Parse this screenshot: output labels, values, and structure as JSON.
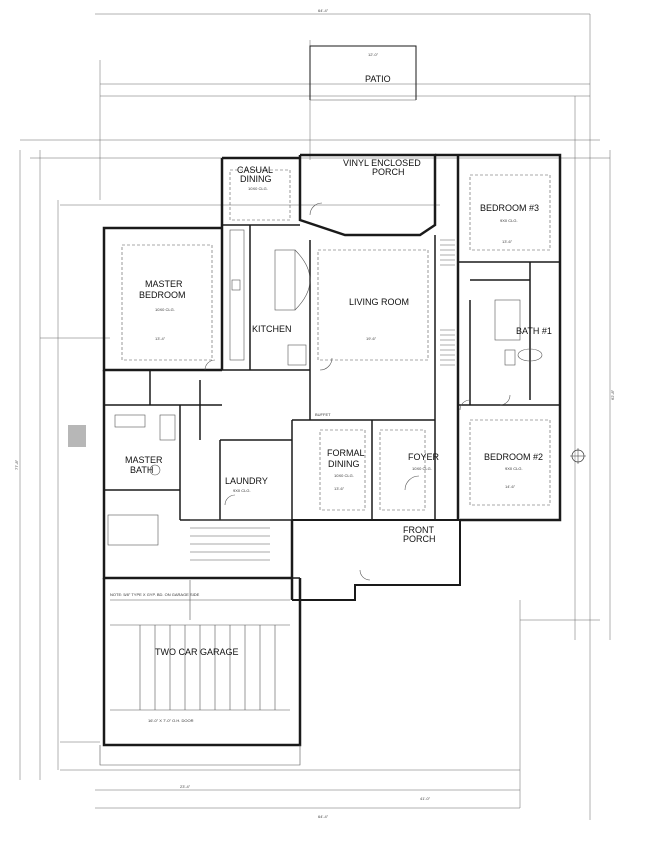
{
  "rooms": {
    "patio": "PATIO",
    "vinyl_porch": [
      "VINYL ENCLOSED",
      "PORCH"
    ],
    "casual_dining": [
      "CASUAL",
      "DINING"
    ],
    "bedroom3": "BEDROOM #3",
    "master_bedroom": [
      "MASTER",
      "BEDROOM"
    ],
    "living_room": "LIVING ROOM",
    "kitchen": "KITCHEN",
    "bath1": "BATH #1",
    "master_bath": [
      "MASTER",
      "BATH"
    ],
    "laundry": "LAUNDRY",
    "formal_dining": [
      "FORMAL",
      "DINING"
    ],
    "foyer": "FOYER",
    "bedroom2": "BEDROOM #2",
    "front_porch": [
      "FRONT",
      "PORCH"
    ],
    "two_car_garage": "TWO CAR GARAGE"
  },
  "notes": {
    "bedroom3_ceiling": "9X0 CLG.",
    "master_ceiling": "10X0 CLG.",
    "bedroom2_ceiling": "9X0 CLG.",
    "formal_ceiling": "10X0 CLG.",
    "foyer_ceiling": "10X0 CLG.",
    "laundry_ceiling": "9X0 CLG.",
    "casual_ceiling": "10X0 CLG.",
    "living_dim": "19'-6\"",
    "formal_dim": "13'-6\"",
    "bedroom3_dim": "13'-6\"",
    "bedroom2_dim": "14'-6\"",
    "master_dim": "13'-4\"",
    "buffet": "BUFFET",
    "garage_note": "NOTE: 5/8\" TYPE X GYP. BD. ON GARAGE SIDE",
    "garage_door": "16'-0\" X 7'-0\" O.H. DOOR",
    "patio_dim": "12'-0\"",
    "overall_top": "64'-4\"",
    "overall_bottom": "64'-4\"",
    "overall_left": "77'-8\"",
    "overall_right": "62'-8\"",
    "bottom_left_dim": "23'-4\"",
    "bottom_right_dim": "41'-0\""
  }
}
